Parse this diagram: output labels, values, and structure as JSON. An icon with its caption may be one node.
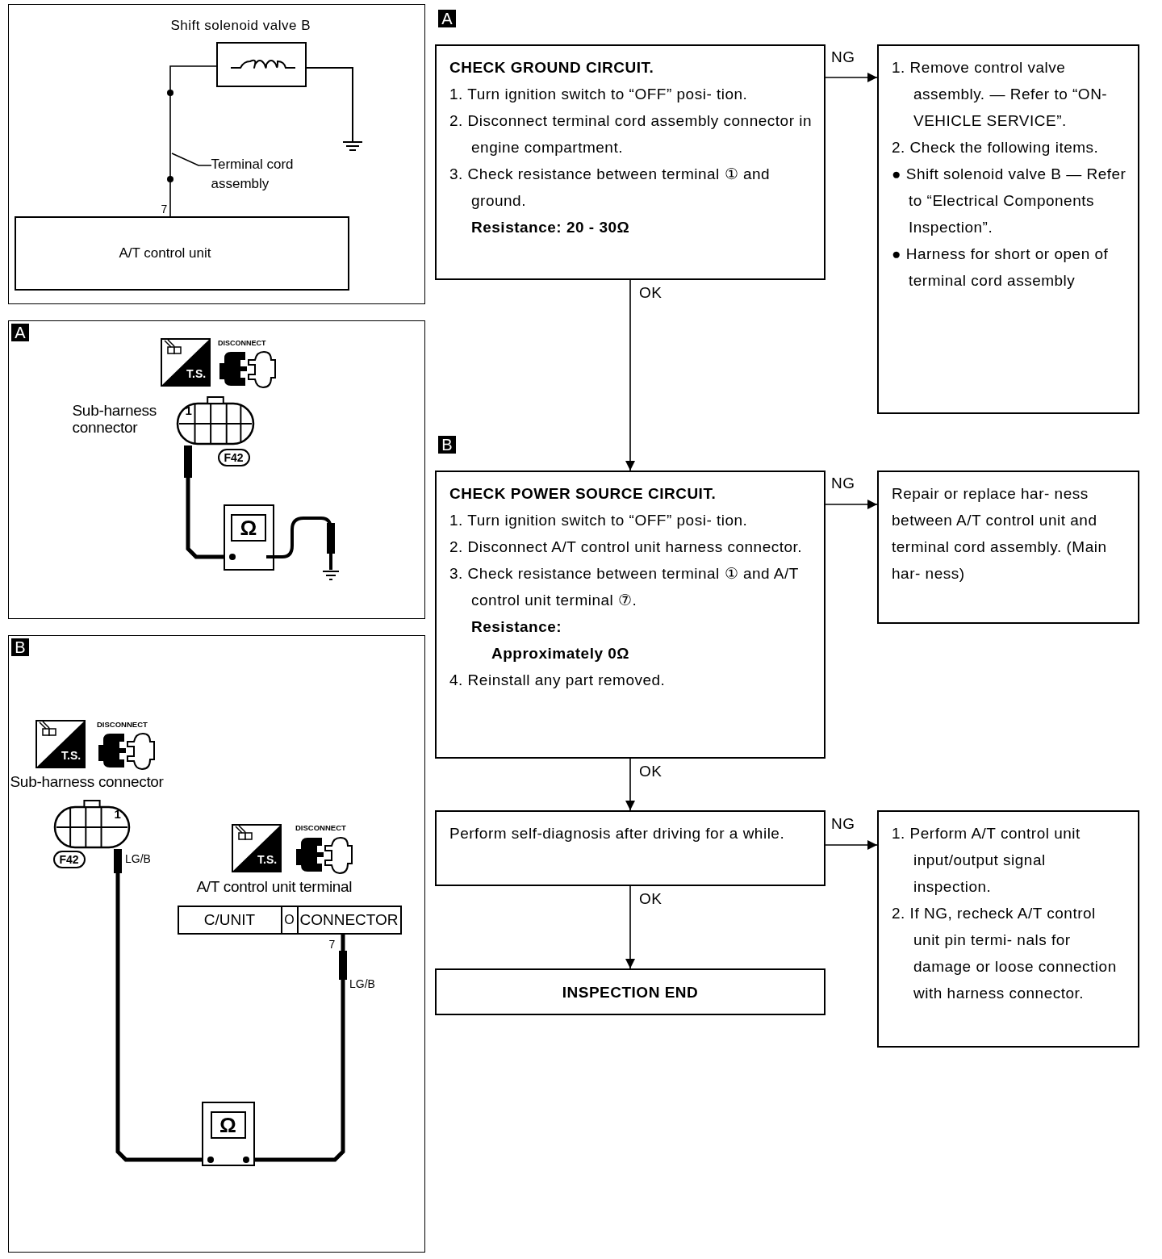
{
  "diagram": {
    "nodes": [
      {
        "text": [],
        "shape": "box"
      },
      {
        "text": [
          "Shift solenoid valve B"
        ],
        "in": 0
      },
      {
        "text": [
          "Terminal cord assembly"
        ],
        "in": 0
      },
      {
        "text": [
          "A/T control unit"
        ],
        "beside": [
          "7"
        ],
        "in": 0
      },
      {
        "text": [
          "A"
        ]
      },
      {
        "text": [
          "1"
        ],
        "beside": [
          "Sub-harness connector",
          "F42"
        ],
        "in": 4
      },
      {
        "text": [
          "Ω"
        ],
        "in": 4
      },
      {
        "text": [
          "B"
        ]
      },
      {
        "text": [
          "1"
        ],
        "beside": [
          "Sub-harness connector",
          "F42"
        ],
        "in": 7
      },
      {
        "text": [
          "C/UNIT",
          "O",
          "CONNECTOR"
        ],
        "beside": [
          "A/T control unit terminal",
          "7"
        ],
        "in": 7
      },
      {
        "text": [
          "Ω"
        ],
        "in": 7
      },
      {
        "text": [
          "CHECK GROUND CIRCUIT.",
          "1. Turn ignition switch to “OFF” posi- tion.",
          "2. Disconnect terminal cord assembly connector in engine compartment.",
          "3. Check resistance between terminal ① and ground.",
          "Resistance: 20 - 30Ω"
        ],
        "beside": [
          "A"
        ]
      },
      {
        "text": [
          "1. Remove control valve assembly. — Refer to “ON-VEHICLE SERVICE”.",
          "2. Check the following items.",
          "● Shift solenoid valve B — Refer to “Electrical Components Inspection”.",
          "● Harness for short or open of terminal cord assembly"
        ]
      },
      {
        "text": [
          "CHECK POWER SOURCE CIRCUIT.",
          "1. Turn ignition switch to “OFF” posi- tion.",
          "2. Disconnect A/T control unit harness connector.",
          "3. Check resistance between terminal ① and A/T control unit terminal ⑦.",
          "Resistance:",
          "Approximately 0Ω",
          "4. Reinstall any part removed."
        ],
        "beside": [
          "B"
        ]
      },
      {
        "text": [
          "Repair or replace har- ness between A/T control unit and terminal cord assembly. (Main har- ness)"
        ]
      },
      {
        "text": [
          "Perform self-diagnosis after driving for a while."
        ]
      },
      {
        "text": [
          "1. Perform A/T control unit input/output signal inspection.",
          "2. If NG, recheck A/T control unit pin termi- nals for damage or loose connection with harness connector."
        ]
      },
      {
        "text": [
          "INSPECTION END"
        ]
      }
    ],
    "edges": [
      {
        "from": 1,
        "to": 3,
        "arrow": "none"
      },
      {
        "from": 2,
        "to": null,
        "arrow": "none"
      },
      {
        "from": 5,
        "to": 6,
        "arrow": "other",
        "style": "thick"
      },
      {
        "from": 8,
        "to": 10,
        "arrow": "other",
        "style": "thick"
      },
      {
        "from": 9,
        "to": 10,
        "arrow": "other",
        "style": "thick"
      },
      {
        "from": 11,
        "to": 12,
        "arrow": "to",
        "label": "NG"
      },
      {
        "from": 11,
        "to": 13,
        "arrow": "to",
        "label": "OK"
      },
      {
        "from": 13,
        "to": 14,
        "arrow": "to",
        "label": "NG"
      },
      {
        "from": 13,
        "to": 15,
        "arrow": "to",
        "label": "OK"
      },
      {
        "from": 15,
        "to": 16,
        "arrow": "to",
        "label": "NG"
      },
      {
        "from": 15,
        "to": 17,
        "arrow": "to",
        "label": "OK"
      }
    ],
    "labels": [
      "T.S.",
      "DISCONNECT",
      "T.S.",
      "DISCONNECT",
      "LG/B",
      "T.S.",
      "DISCONNECT",
      "LG/B"
    ]
  }
}
